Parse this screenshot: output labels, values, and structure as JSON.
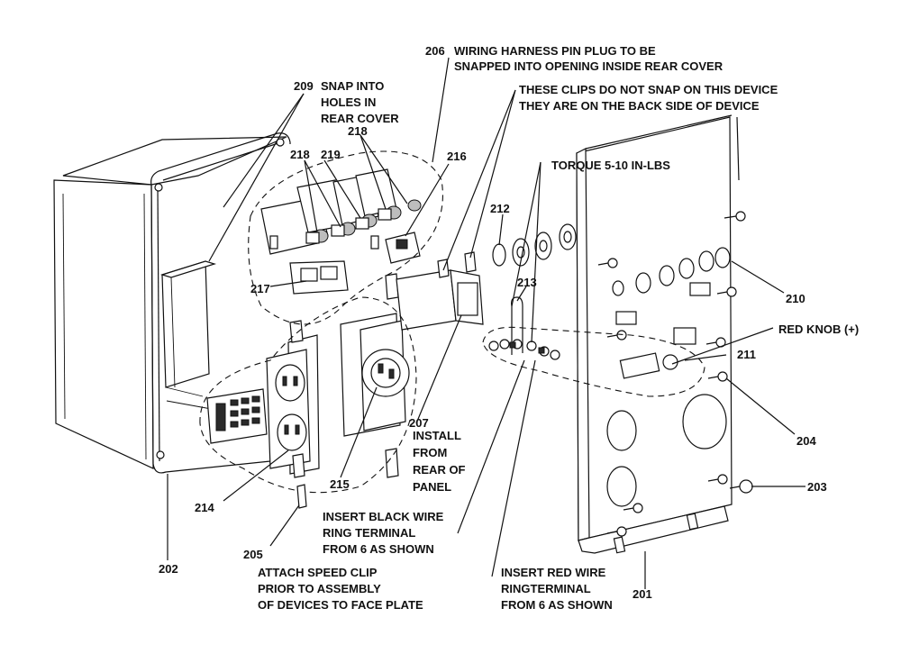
{
  "notes": {
    "wiring_harness_line1": "WIRING HARNESS PIN PLUG TO BE",
    "wiring_harness_line2": "SNAPPED INTO OPENING INSIDE REAR COVER",
    "clips_line1": "THESE CLIPS DO NOT SNAP ON THIS DEVICE",
    "clips_line2": "THEY ARE ON THE BACK SIDE OF DEVICE",
    "snap_line1": "SNAP INTO",
    "snap_line2": "HOLES IN",
    "snap_line3": "REAR COVER",
    "torque": "TORQUE 5-10 IN-LBS",
    "red_knob": "RED KNOB (+)",
    "install_line1": "INSTALL",
    "install_line2": "FROM",
    "install_line3": "REAR OF",
    "install_line4": "PANEL",
    "black_wire_line1": "INSERT BLACK WIRE",
    "black_wire_line2": "RING TERMINAL",
    "black_wire_line3": "FROM 6 AS SHOWN",
    "red_wire_line1": "INSERT RED WIRE",
    "red_wire_line2": "RINGTERMINAL",
    "red_wire_line3": "FROM 6 AS SHOWN",
    "speed_clip_line1": "ATTACH SPEED CLIP",
    "speed_clip_line2": "PRIOR TO ASSEMBLY",
    "speed_clip_line3": "OF DEVICES TO FACE PLATE"
  },
  "callouts": {
    "p201": "201",
    "p202": "202",
    "p203": "203",
    "p204": "204",
    "p205": "205",
    "p206": "206",
    "p207": "207",
    "p209": "209",
    "p210": "210",
    "p211": "211",
    "p212": "212",
    "p213": "213",
    "p214": "214",
    "p215": "215",
    "p216": "216",
    "p217": "217",
    "p218a": "218",
    "p218b": "218",
    "p219": "219"
  }
}
